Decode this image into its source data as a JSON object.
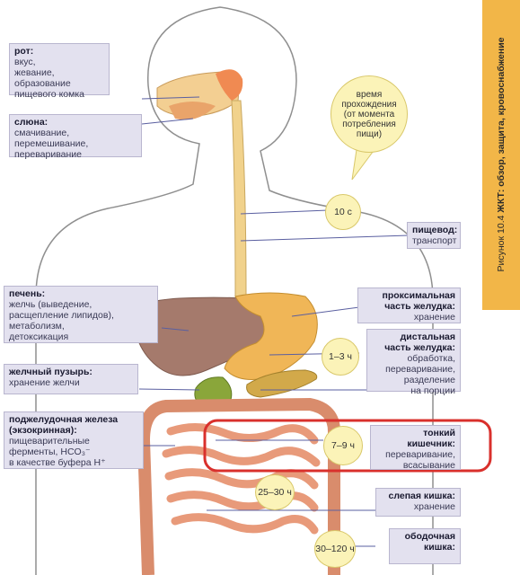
{
  "figure_caption": {
    "label": "Рисунок 10.4",
    "title": "ЖКТ: обзор, защита, кровоснабжение"
  },
  "labels": {
    "mouth": {
      "title": "рот:",
      "text": [
        "вкус,",
        "жевание,",
        "образование",
        "пищевого комка"
      ]
    },
    "saliva": {
      "title": "слюна:",
      "text": [
        "смачивание,",
        "перемешивание,",
        "переваривание"
      ]
    },
    "esophagus": {
      "title": "пищевод:",
      "text": [
        "транспорт"
      ]
    },
    "liver": {
      "title": "печень:",
      "text": [
        "желчь (выведение,",
        "расщепление липидов),",
        "метаболизм,",
        "детоксикация"
      ]
    },
    "proximal_stomach": {
      "title": "проксимальная часть желудка:",
      "text": [
        "хранение"
      ]
    },
    "distal_stomach": {
      "title": "дистальная часть желудка:",
      "text": [
        "обработка,",
        "переваривание,",
        "разделение",
        "на порции"
      ]
    },
    "gallbladder": {
      "title": "желчный пузырь:",
      "text": [
        "хранение желчи"
      ]
    },
    "pancreas": {
      "title": "поджелудочная железа (экзокринная):",
      "text": [
        "пищеварительные",
        "ферменты, HCO₃⁻",
        "в качестве буфера H⁺"
      ]
    },
    "small_intestine": {
      "title": "тонкий кишечник:",
      "text": [
        "переваривание,",
        "всасывание"
      ]
    },
    "cecum": {
      "title": "слепая кишка:",
      "text": [
        "хранение"
      ]
    },
    "colon": {
      "title": "ободочная кишка:",
      "text": []
    }
  },
  "bubbles": {
    "time_note": "время прохождения (от момента потребления пищи)",
    "esophagus_time": "10 с",
    "stomach_time": "1–3 ч",
    "small_intestine_time": "7–9 ч",
    "cecum_time": "25–30 ч",
    "colon_time": "30–120 ч"
  },
  "colors": {
    "label_box": "#e3e1ef",
    "bubble": "#fbf3b8",
    "highlight": "#d9302c",
    "side_band": "#f2b648",
    "liver": "#a57a6c",
    "stomach": "#f0b657",
    "intestine": "#e89a7a",
    "gallbladder": "#8aa63a",
    "body_outline": "#8f8f8f"
  }
}
